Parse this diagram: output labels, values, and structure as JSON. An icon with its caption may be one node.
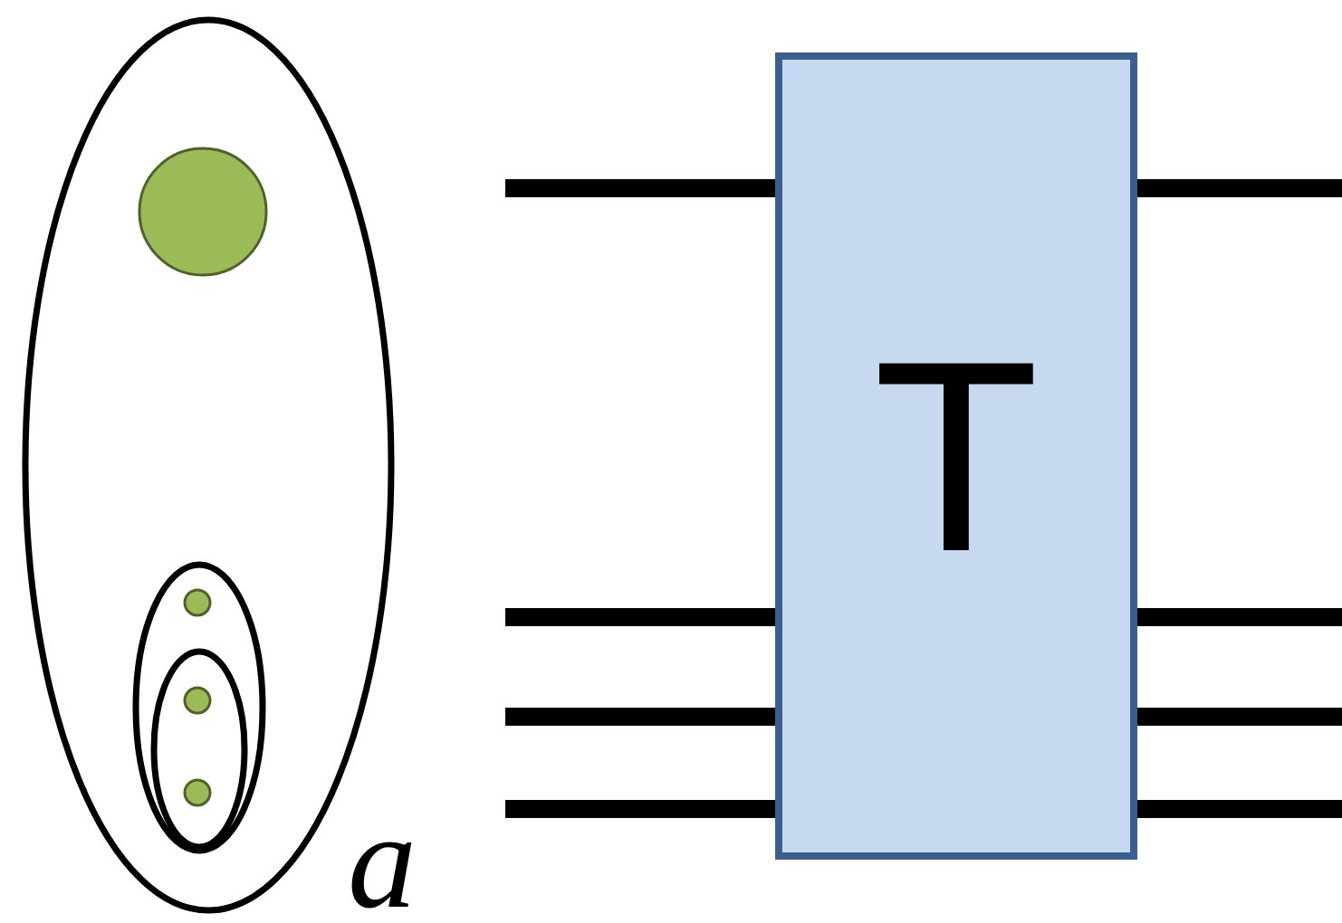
{
  "diagram": {
    "nodes": [
      {
        "text": [],
        "shape": "ellipse"
      },
      {
        "text": [],
        "shape": "circle",
        "in": 0
      },
      {
        "text": [],
        "shape": "ellipse",
        "in": 0
      },
      {
        "text": [],
        "shape": "circle",
        "in": 2
      },
      {
        "text": [],
        "shape": "ellipse",
        "in": 2
      },
      {
        "text": [],
        "shape": "circle",
        "in": 4
      },
      {
        "text": [],
        "shape": "circle",
        "in": 4
      },
      {
        "text": [
          "T"
        ]
      }
    ],
    "edges": [
      {
        "from": null,
        "to": 7,
        "arrow": "none"
      },
      {
        "from": null,
        "to": 7,
        "arrow": "none"
      },
      {
        "from": null,
        "to": 7,
        "arrow": "none"
      },
      {
        "from": null,
        "to": 7,
        "arrow": "none"
      },
      {
        "from": 7,
        "to": null,
        "arrow": "none"
      },
      {
        "from": 7,
        "to": null,
        "arrow": "none"
      },
      {
        "from": 7,
        "to": null,
        "arrow": "none"
      },
      {
        "from": 7,
        "to": null,
        "arrow": "none"
      }
    ],
    "labels": [
      "a"
    ]
  }
}
